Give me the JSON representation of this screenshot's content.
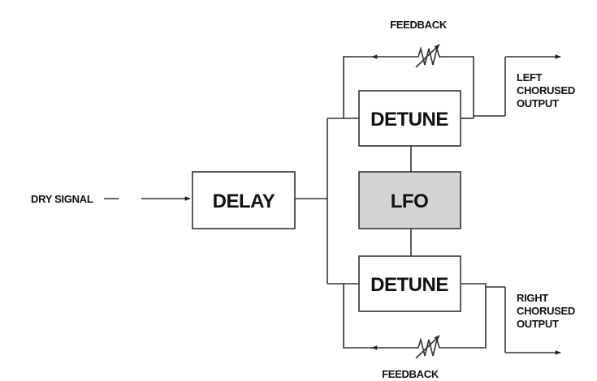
{
  "labels": {
    "dry_signal": "DRY SIGNAL",
    "delay": "DELAY",
    "lfo": "LFO",
    "detune_top": "DETUNE",
    "detune_bottom": "DETUNE",
    "feedback_top": "FEEDBACK",
    "feedback_bottom": "FEEDBACK",
    "left_output": [
      "LEFT",
      "CHORUSED",
      "OUTPUT"
    ],
    "right_output": [
      "RIGHT",
      "CHORUSED",
      "OUTPUT"
    ]
  },
  "colors": {
    "box_fill": "#ffffff",
    "lfo_fill": "#d4d4d4",
    "stroke": "#333333"
  },
  "icons": [
    "arrow-icon",
    "variable-resistor-icon"
  ]
}
